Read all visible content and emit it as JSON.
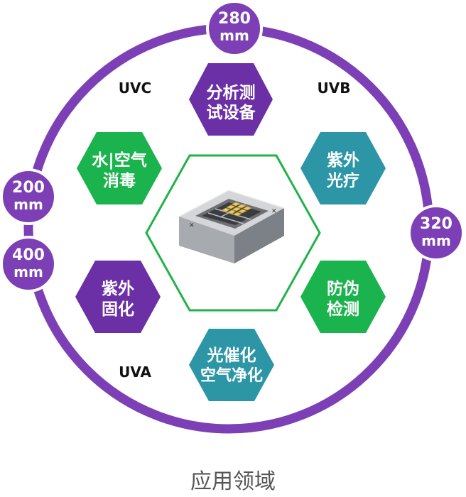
{
  "colors": {
    "ring": "#7d3fb5",
    "purple_hex": "#6b2fa6",
    "green_hex": "#1bb34d",
    "teal_hex": "#2c96a6",
    "center_hex_stroke": "#21b24a",
    "label_text": "#111111",
    "caption_text": "#555555"
  },
  "wavelengths": {
    "top": {
      "line1": "280",
      "line2": "mm"
    },
    "left_upper": {
      "line1": "200",
      "line2": "mm"
    },
    "left_lower": {
      "line1": "400",
      "line2": "mm"
    },
    "right": {
      "line1": "320",
      "line2": "mm"
    }
  },
  "bands": {
    "uvc": "UVC",
    "uvb": "UVB",
    "uva": "UVA"
  },
  "applications": {
    "analysis": {
      "line1": "分析测",
      "line2": "试设备"
    },
    "water_air": {
      "line1": "水|空气",
      "line2": "消毒"
    },
    "phototherapy": {
      "line1": "紫外",
      "line2": "光疗"
    },
    "curing": {
      "line1": "紫外",
      "line2": "固化"
    },
    "anti_counterfeit": {
      "line1": "防伪",
      "line2": "检测"
    },
    "photocatalysis": {
      "line1": "光催化",
      "line2": "空气净化"
    }
  },
  "center_icon": "uv-led-chip-icon",
  "caption": "应用领域"
}
